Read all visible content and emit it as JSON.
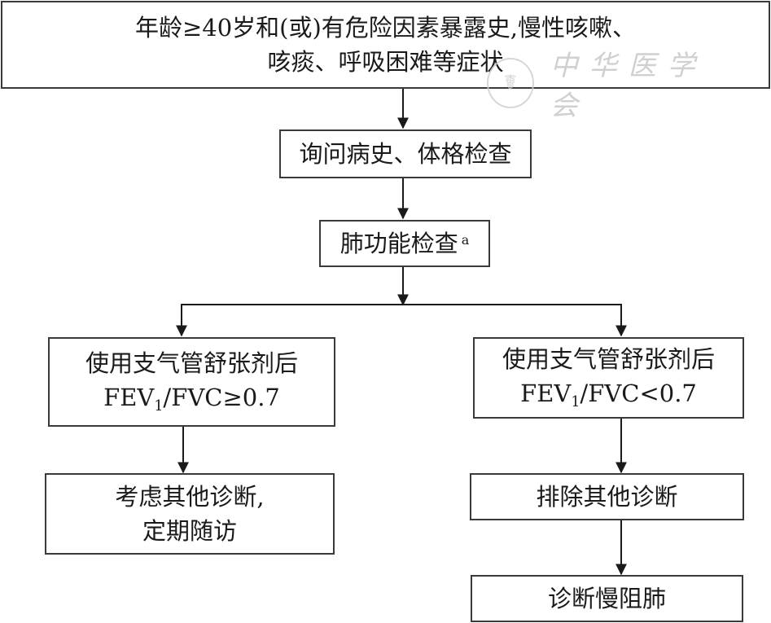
{
  "diagram": {
    "type": "flowchart",
    "nodes": {
      "start": {
        "line1": "年龄≥40岁和(或)有危险因素暴露史,慢性咳嗽、",
        "line2": "咳痰、呼吸困难等症状"
      },
      "history": {
        "text": "询问病史、体格检查"
      },
      "pft": {
        "text": "肺功能检查",
        "superscript": "a"
      },
      "left_branch": {
        "line1": "使用支气管舒张剂后",
        "ratio_prefix": "FEV",
        "ratio_subscript": "1",
        "ratio_suffix": "/FVC≥0.7"
      },
      "right_branch": {
        "line1": "使用支气管舒张剂后",
        "ratio_prefix": "FEV",
        "ratio_subscript": "1",
        "ratio_suffix": "/FVC<0.7"
      },
      "left_outcome": {
        "line1": "考虑其他诊断,",
        "line2": "定期随访"
      },
      "exclude": {
        "text": "排除其他诊断"
      },
      "diagnosis": {
        "text": "诊断慢阻肺"
      }
    },
    "edges": [
      {
        "from": "start",
        "to": "history"
      },
      {
        "from": "history",
        "to": "pft"
      },
      {
        "from": "pft",
        "to": "left_branch"
      },
      {
        "from": "pft",
        "to": "right_branch"
      },
      {
        "from": "left_branch",
        "to": "left_outcome"
      },
      {
        "from": "right_branch",
        "to": "exclude"
      },
      {
        "from": "exclude",
        "to": "diagnosis"
      }
    ],
    "watermark": {
      "text": "中华医学会",
      "seal_glyph": "☤"
    }
  }
}
